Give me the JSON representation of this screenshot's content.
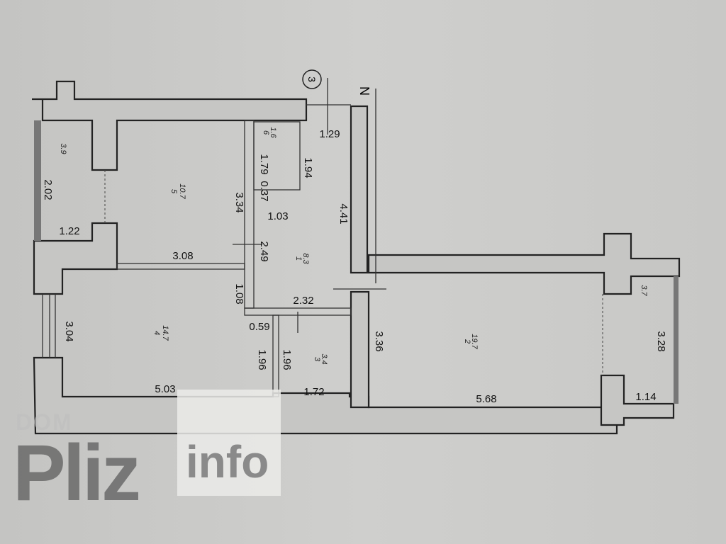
{
  "plan": {
    "section_marker": "3",
    "north_mark": "N",
    "rooms": [
      {
        "number": "1",
        "area": "8.3"
      },
      {
        "number": "2",
        "area": "19.7"
      },
      {
        "number": "3",
        "area": "3.4"
      },
      {
        "number": "4",
        "area": "14.7"
      },
      {
        "number": "5",
        "area": "10.7"
      },
      {
        "number": "6",
        "area": "1.6"
      }
    ],
    "balconies": {
      "left_area": "3.9",
      "right_area": "3.7"
    },
    "dimensions": {
      "d129": "1.29",
      "d194": "1.94",
      "d179": "1.79",
      "d037": "0.37",
      "d103": "1.03",
      "d441": "4.41",
      "d334": "3.34",
      "d202": "2.02",
      "d122": "1.22",
      "d308": "3.08",
      "d249": "2.49",
      "d108": "1.08",
      "d232": "2.32",
      "d059": "0.59",
      "d304": "3.04",
      "d196a": "1.96",
      "d196b": "1.96",
      "d503": "5.03",
      "d172": "1.72",
      "d336": "3.36",
      "d568": "5.68",
      "d114": "1.14",
      "d328": "3.28"
    }
  },
  "watermark": {
    "brand_top": "DOM",
    "brand_main": "Pliz",
    "brand_suffix": "info"
  }
}
